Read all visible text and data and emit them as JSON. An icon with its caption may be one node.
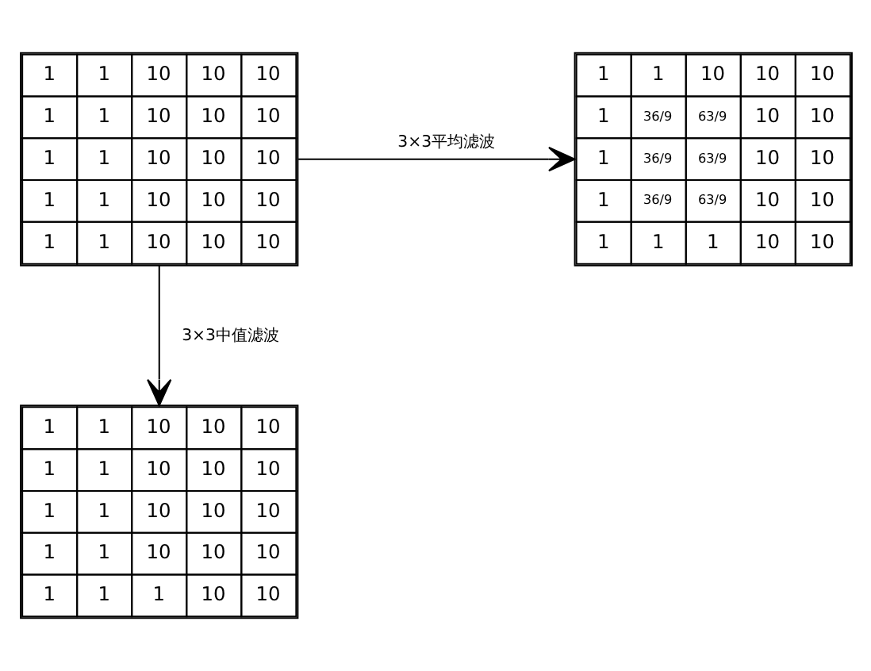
{
  "diagram": {
    "nodes": [
      {
        "text": [
          "1",
          "1",
          "10",
          "10",
          "10",
          "1",
          "1",
          "10",
          "10",
          "10",
          "1",
          "1",
          "10",
          "10",
          "10",
          "1",
          "1",
          "10",
          "10",
          "10",
          "1",
          "1",
          "10",
          "10",
          "10"
        ]
      },
      {
        "text": [
          "1",
          "1",
          "10",
          "10",
          "10",
          "1",
          "36/9",
          "63/9",
          "10",
          "10",
          "1",
          "36/9",
          "63/9",
          "10",
          "10",
          "1",
          "36/9",
          "63/9",
          "10",
          "10",
          "1",
          "1",
          "1",
          "10",
          "10"
        ]
      },
      {
        "text": [
          "1",
          "1",
          "10",
          "10",
          "10",
          "1",
          "1",
          "10",
          "10",
          "10",
          "1",
          "1",
          "10",
          "10",
          "10",
          "1",
          "1",
          "10",
          "10",
          "10",
          "1",
          "1",
          "1",
          "10",
          "10"
        ]
      }
    ],
    "edges": [
      {
        "from": 0,
        "to": 1,
        "arrow": "to",
        "label": "3×3平均滤波"
      },
      {
        "from": 0,
        "to": 2,
        "arrow": "to",
        "label": "3×3中值滤波"
      }
    ]
  }
}
